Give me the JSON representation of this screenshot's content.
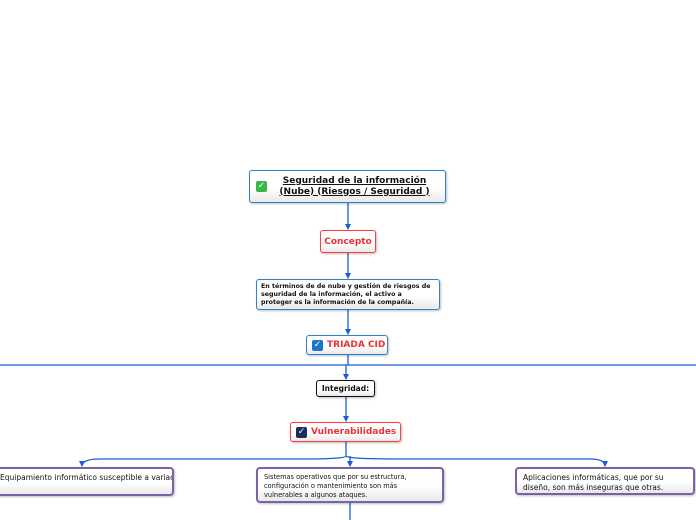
{
  "root": {
    "title": "Seguridad de la información (Nube) (Riesgos / Seguridad )",
    "icon": "green-check-icon"
  },
  "concepto": {
    "label": "Concepto"
  },
  "definition": {
    "text": "En términos de de nube y gestión de riesgos de seguridad de la información, el activo a proteger es la información de la compañía."
  },
  "triada": {
    "label": "TRIADA CID",
    "icon": "blue-checkbox-icon"
  },
  "integridad": {
    "label": "Integridad:"
  },
  "vulnerabilidades": {
    "label": "Vulnerabilidades",
    "icon": "navy-checkbox-icon",
    "items": [
      {
        "text": "Equipamiento informático susceptible a variaciones de temperatura o humedad."
      },
      {
        "text": "Sistemas operativos que por su estructura, configuración o mantenimiento son más vulnerables a algunos ataques."
      },
      {
        "text": "Aplicaciones informáticas, que por su diseño, son más inseguras que otras."
      }
    ]
  },
  "colors": {
    "connector": "#1a5fd1",
    "accent_red": "#e8323a",
    "node_blue": "#2f82c4",
    "leaf_purple": "#7b62a8"
  }
}
